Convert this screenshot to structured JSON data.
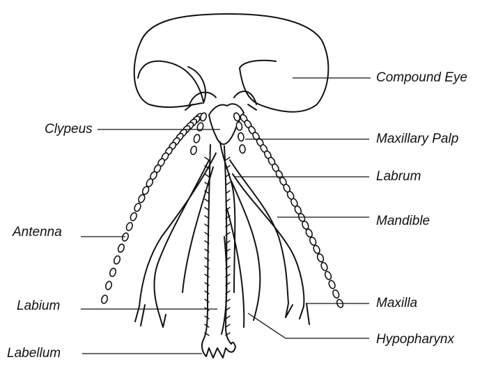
{
  "labels": {
    "compound_eye": "Compound Eye",
    "clypeus": "Clypeus",
    "maxillary_palp": "Maxillary Palp",
    "labrum": "Labrum",
    "antenna": "Antenna",
    "mandible": "Mandible",
    "labium": "Labium",
    "maxilla": "Maxilla",
    "hypopharynx": "Hypopharynx",
    "labellum": "Labellum"
  }
}
